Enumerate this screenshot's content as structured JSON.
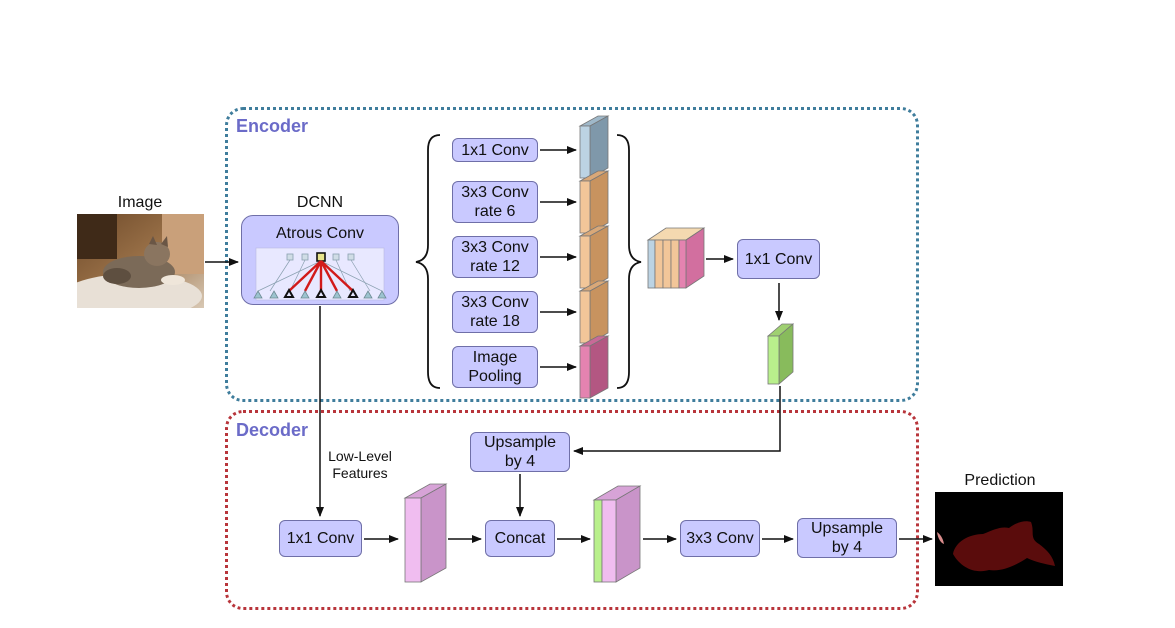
{
  "encoder": {
    "title": "Encoder"
  },
  "decoder": {
    "title": "Decoder"
  },
  "input": {
    "label": "Image"
  },
  "dcnn": {
    "label": "DCNN",
    "box": "Atrous Conv"
  },
  "aspp": {
    "branches": [
      {
        "line1": "1x1 Conv",
        "line2": "",
        "color": "#bcd3e3"
      },
      {
        "line1": "3x3 Conv",
        "line2": "rate 6",
        "color": "#f2c699"
      },
      {
        "line1": "3x3 Conv",
        "line2": "rate 12",
        "color": "#f2c699"
      },
      {
        "line1": "3x3 Conv",
        "line2": "rate 18",
        "color": "#f2c699"
      },
      {
        "line1": "Image",
        "line2": "Pooling",
        "color": "#e483b0"
      }
    ]
  },
  "encoder_conv": {
    "label": "1x1 Conv"
  },
  "decoder_nodes": {
    "low_level": {
      "line1": "Low-Level",
      "line2": "Features"
    },
    "conv1x1": "1x1 Conv",
    "upsample_top": {
      "line1": "Upsample",
      "line2": "by 4"
    },
    "concat": "Concat",
    "conv3x3": "3x3 Conv",
    "upsample_out": {
      "line1": "Upsample",
      "line2": "by 4"
    }
  },
  "output": {
    "label": "Prediction"
  },
  "colors": {
    "node_fill": "#c9c9ff",
    "blue": "#bcd3e3",
    "orange": "#f2c699",
    "pink": "#e483b0",
    "green": "#b9f08c",
    "lavender": "#f0bdf0",
    "mask": "#5a0c0c"
  }
}
